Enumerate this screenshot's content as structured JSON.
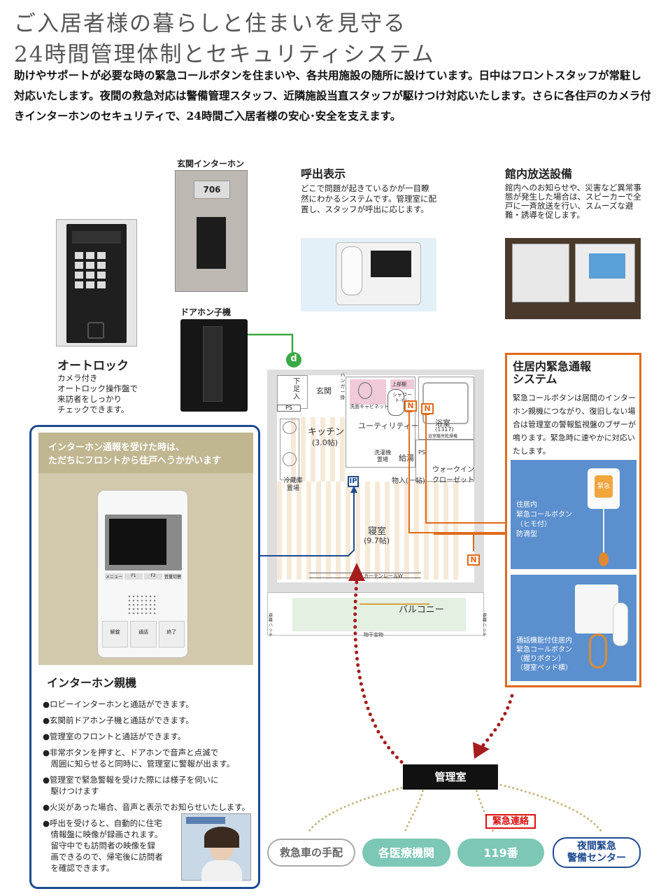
{
  "header": {
    "title_line1": "ご入居者様の暮らしと住まいを見守る",
    "title_line2": "24時間管理体制とセキュリティシステム",
    "intro": "助けやサポートが必要な時の緊急コールボタンを住まいや、各共用施設の随所に設けています。日中はフロントスタッフが常駐し対応いたします。夜間の救急対応は警備管理スタッフ、近隣施設当直スタッフが駆けつけ対応いたします。さらに各住戸のカメラ付きインターホンのセキュリティで、24時間ご入居者様の安心･安全を支えます。"
  },
  "autolock": {
    "heading": "オートロック",
    "desc": "カメラ付き\nオートロック操作盤で\n来訪者をしっかり\nチェックできます。"
  },
  "entrance_intercom": {
    "label": "玄関インターホン",
    "room_no": "706"
  },
  "door_phone": {
    "label": "ドアホン子機",
    "marker": "d"
  },
  "call_display": {
    "heading": "呼出表示",
    "desc": "どこで問題が起きているかが一目瞭然にわかるシステムです。管理室に配置し、スタッフが呼出に応じます。"
  },
  "broadcast": {
    "heading": "館内放送設備",
    "desc": "館内へのお知らせや、災害など異常事態が発生した場合は、スピーカーで全戸に一斉放送を行い、スムーズな避難・誘導を促します。"
  },
  "emergency_system": {
    "heading": "住居内緊急通報\nシステム",
    "desc": "緊急コールボタンは居間のインターホン親機につながり、復旧しない場合は管理室の警報監視盤のブザーが鳴ります。緊急時に速やかに対応いたします。",
    "item1": "住居内\n緊急コールボタン\n（ヒモ付）\n防滴型",
    "item2": "通話機能付住居内\n緊急コールボタン\n（握りボタン）\n（寝室ベッド横）",
    "button_label": "緊急"
  },
  "intercom_master": {
    "banner": "インターホン通報を受けた時は、\nただちにフロントから住戸へうかがいます",
    "heading": "インターホン親機",
    "device_buttons": [
      "メニュー",
      "F1",
      "F2",
      "音量切替"
    ],
    "device_bottom": [
      "解錠",
      "通話",
      "終了"
    ],
    "bullets": [
      "●ロビーインターホンと通話ができます。",
      "●玄関前ドアホン子機と通話ができます。",
      "●管理室のフロントと通話ができます。",
      "●非常ボタンを押すと、ドアホンで音声と点滅で\n　周囲に知らせると同時に、管理室に警報が出ます。",
      "●管理室で緊急警報を受けた際には様子を伺いに\n　駆けつけます",
      "●火災があった場合、音声と表示でお知らせいたします。"
    ],
    "last_bullet": "●呼出を受けると、自動的に住宅\n　情報盤に映像が録画されます。\n　留守中でも訪問者の映像を録\n　画できるので、帰宅後に訪問者\n　を確認できます。"
  },
  "floor_plan": {
    "entrance": "玄関",
    "shoe_box": "下足入",
    "hanger": "ハンガー掛",
    "wash_cabinet": "洗面キャビネット",
    "upper_cabinet": "上部棚",
    "shower_toilet": "シャワートイレ",
    "bath": "浴室",
    "bath_size": "(1317)",
    "bath_note": "浴室暖房乾燥機",
    "kitchen": "キッチン",
    "kitchen_size": "(3.0帖)",
    "utility": "ユーティリティー",
    "washer": "洗濯機置場",
    "water_heater": "給湯",
    "ps": "PS",
    "walkin": "ウォークイン\nクローゼット",
    "fridge": "冷蔵庫置場",
    "storage": "物入(一帖)",
    "bedroom": "寝室",
    "bedroom_size": "(9.7帖)",
    "rail": "カーテンレールW",
    "balcony": "バルコニー",
    "dryer": "物干金物",
    "escape1": "避難ハッチ",
    "escape2": "避難ハッチ",
    "ip": "IP",
    "n_marker": "N"
  },
  "management": {
    "office": "管理室",
    "emergency_contact": "緊急連絡",
    "ambulance": "救急車の手配",
    "hospitals": "各医療機関",
    "number_119": "119番",
    "night_center": "夜間緊急\n警備センター"
  },
  "colors": {
    "orange": "#e06a1a",
    "navy": "#1d4a8f",
    "teal": "#7cc7b6",
    "dotted_red": "#a51d1d",
    "green": "#3aaa45"
  }
}
